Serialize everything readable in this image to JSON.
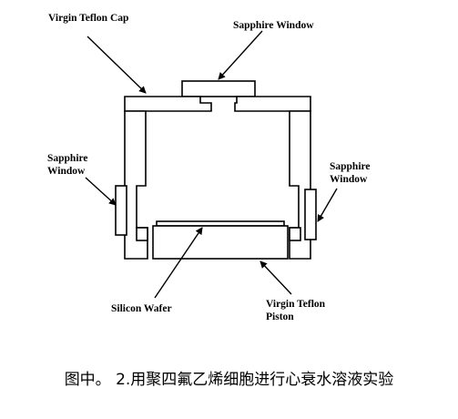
{
  "labels": {
    "cap": "Virgin Teflon Cap",
    "top_window": "Sapphire Window",
    "left_window_line1": "Sapphire",
    "left_window_line2": "Window",
    "right_window_line1": "Sapphire",
    "right_window_line2": "Window",
    "wafer": "Silicon Wafer",
    "piston_line1": "Virgin Teflon",
    "piston_line2": "Piston"
  },
  "caption": "图中。 2.用聚四氟乙烯细胞进行心衰水溶液实验"
}
